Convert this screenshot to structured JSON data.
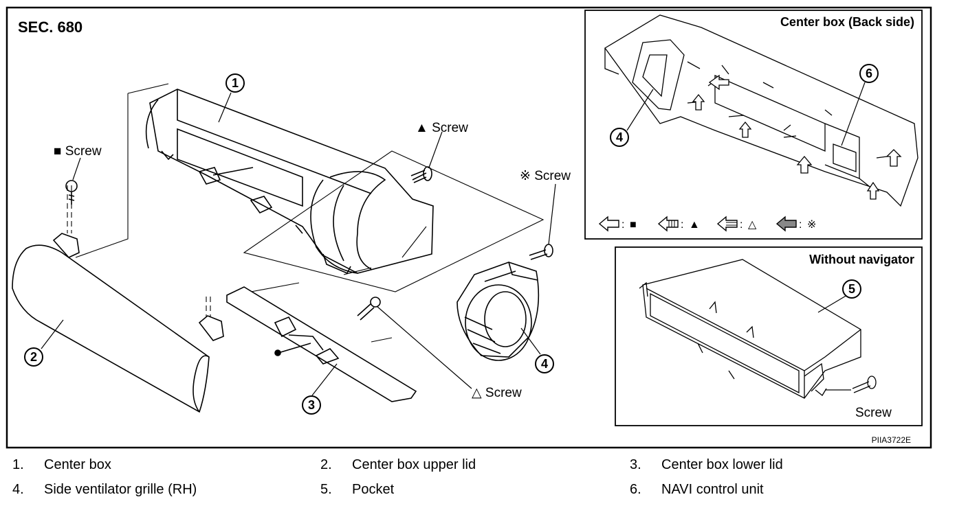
{
  "section_label": "SEC. 680",
  "image_code": "PIIA3722E",
  "insets": {
    "back_side_title": "Center box (Back side)",
    "without_nav_title": "Without navigator",
    "symbol_legend": [
      {
        "arrow": "outline-arrow",
        "symbol": "■"
      },
      {
        "arrow": "striped-arrow",
        "symbol": "▲"
      },
      {
        "arrow": "lined-arrow",
        "symbol": "△"
      },
      {
        "arrow": "hatched-arrow",
        "symbol": "※"
      }
    ]
  },
  "callouts": {
    "screw_square": "■ Screw",
    "screw_triangle_filled": "▲ Screw",
    "screw_reference": "※ Screw",
    "screw_triangle_open": "△ Screw",
    "screw_plain": "Screw",
    "n1": "1",
    "n2": "2",
    "n3": "3",
    "n4": "4",
    "n5": "5",
    "n6": "6"
  },
  "legend": [
    {
      "num": "1.",
      "text": "Center box"
    },
    {
      "num": "2.",
      "text": "Center box upper lid"
    },
    {
      "num": "3.",
      "text": "Center box lower lid"
    },
    {
      "num": "4.",
      "text": "Side ventilator grille (RH)"
    },
    {
      "num": "5.",
      "text": "Pocket"
    },
    {
      "num": "6.",
      "text": "NAVI control unit"
    }
  ]
}
